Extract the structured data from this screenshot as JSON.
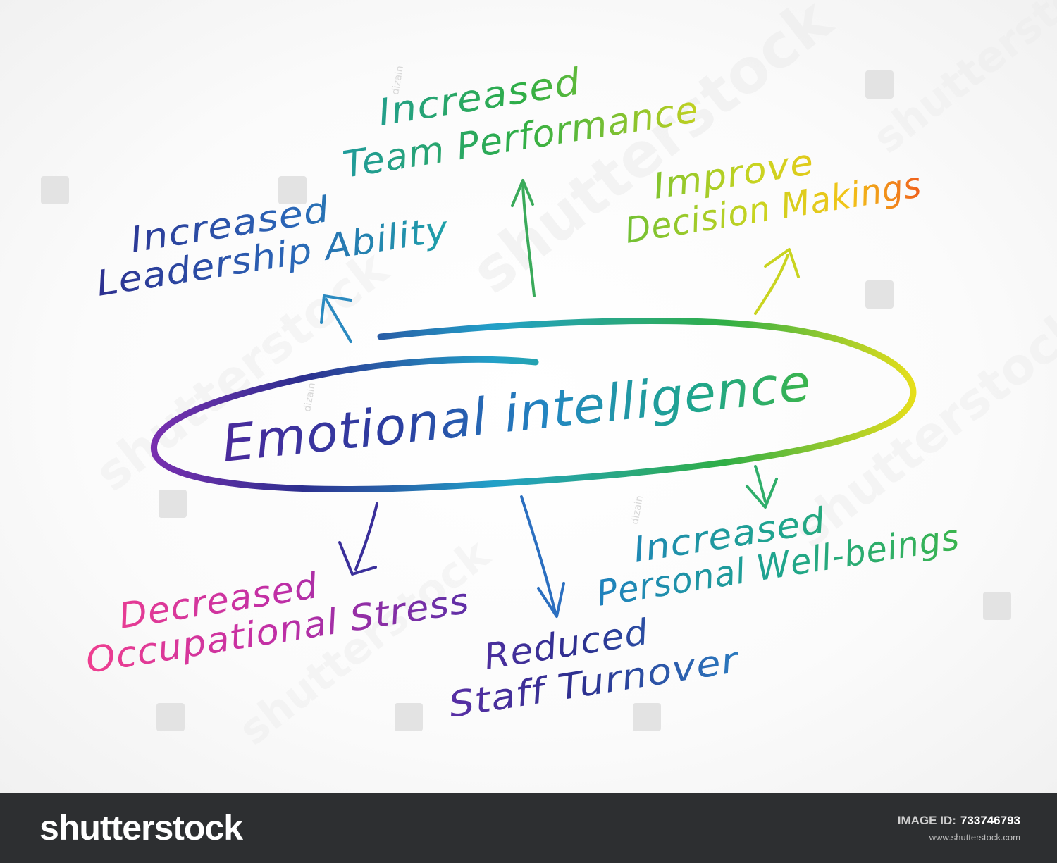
{
  "diagram": {
    "center": {
      "label": "Emotional intelligence"
    },
    "nodes": [
      {
        "id": "team",
        "lines": [
          "Increased",
          "Team Performance"
        ]
      },
      {
        "id": "leadership",
        "lines": [
          "Increased",
          "Leadership Ability"
        ]
      },
      {
        "id": "decision",
        "lines": [
          "Improve",
          "Decision Makings"
        ]
      },
      {
        "id": "wellbeing",
        "lines": [
          "Increased",
          "Personal Well-beings"
        ]
      },
      {
        "id": "turnover",
        "lines": [
          "Reduced",
          "Staff Turnover"
        ]
      },
      {
        "id": "stress",
        "lines": [
          "Decreased",
          "Occupational Stress"
        ]
      }
    ]
  },
  "watermark": {
    "brand": "shutterstock",
    "author": "dizain"
  },
  "footer": {
    "logo": "shutterstock",
    "image_id_label": "IMAGE ID:",
    "image_id": "733746793",
    "url": "www.shutterstock.com"
  },
  "colors": {
    "purple": "#5b2fa6",
    "navy": "#2d2f8f",
    "blue": "#2b66b7",
    "teal": "#1fa58e",
    "green": "#3bb54a",
    "yellow": "#d8d41a",
    "orange": "#f06a1c",
    "pink": "#ec3f97",
    "footer_bg": "#2d2f31"
  }
}
